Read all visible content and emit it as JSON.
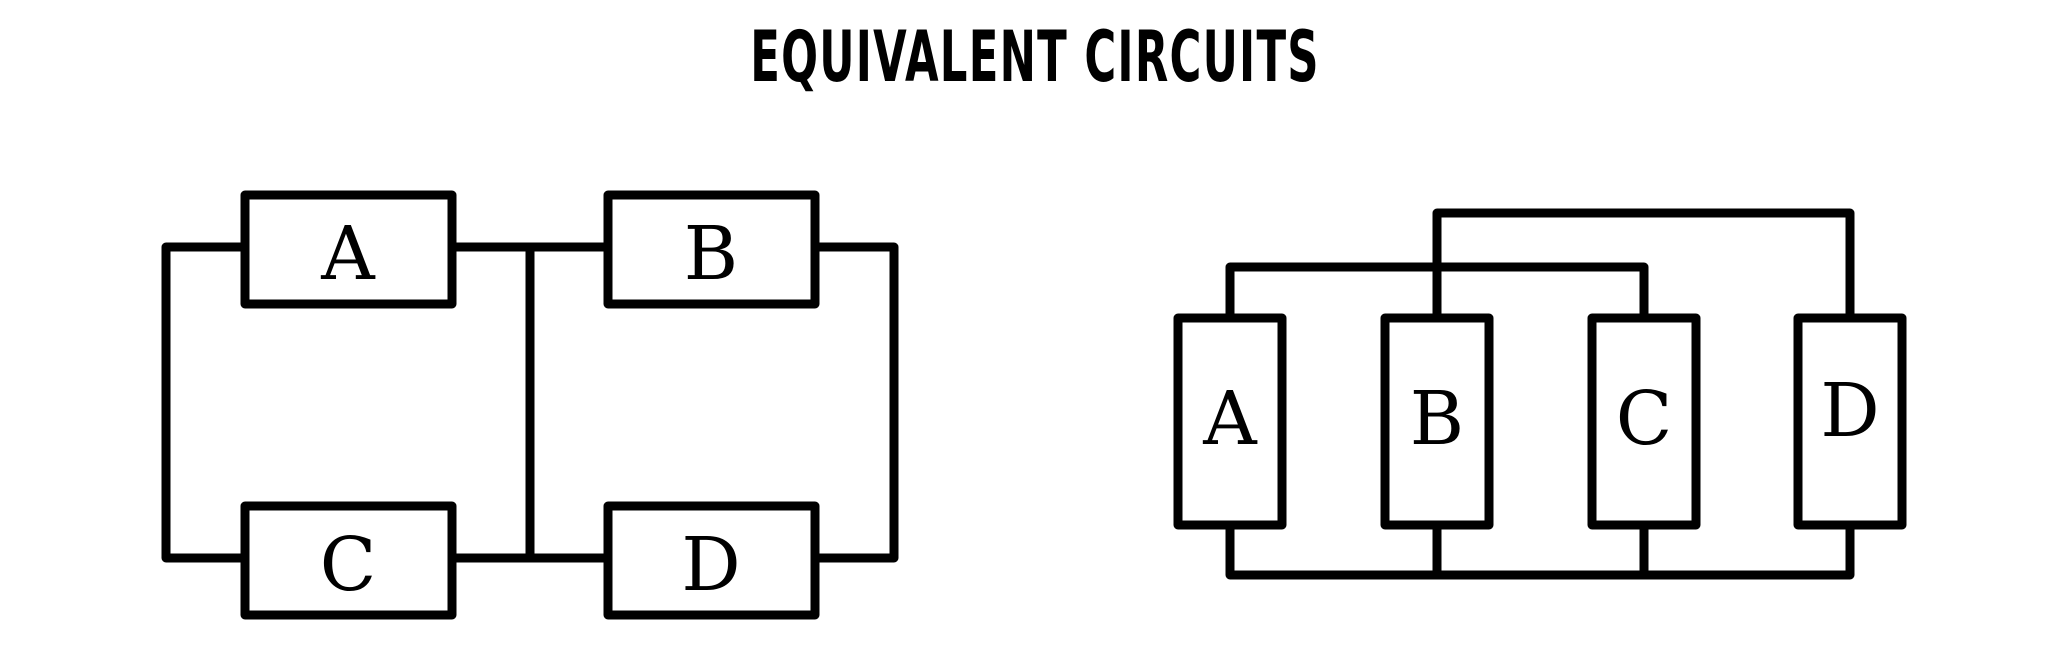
{
  "title": "EQUIVALENT CIRCUITS",
  "left_circuit": {
    "components": [
      "A",
      "B",
      "C",
      "D"
    ]
  },
  "right_circuit": {
    "components": [
      "A",
      "B",
      "C",
      "D"
    ]
  }
}
